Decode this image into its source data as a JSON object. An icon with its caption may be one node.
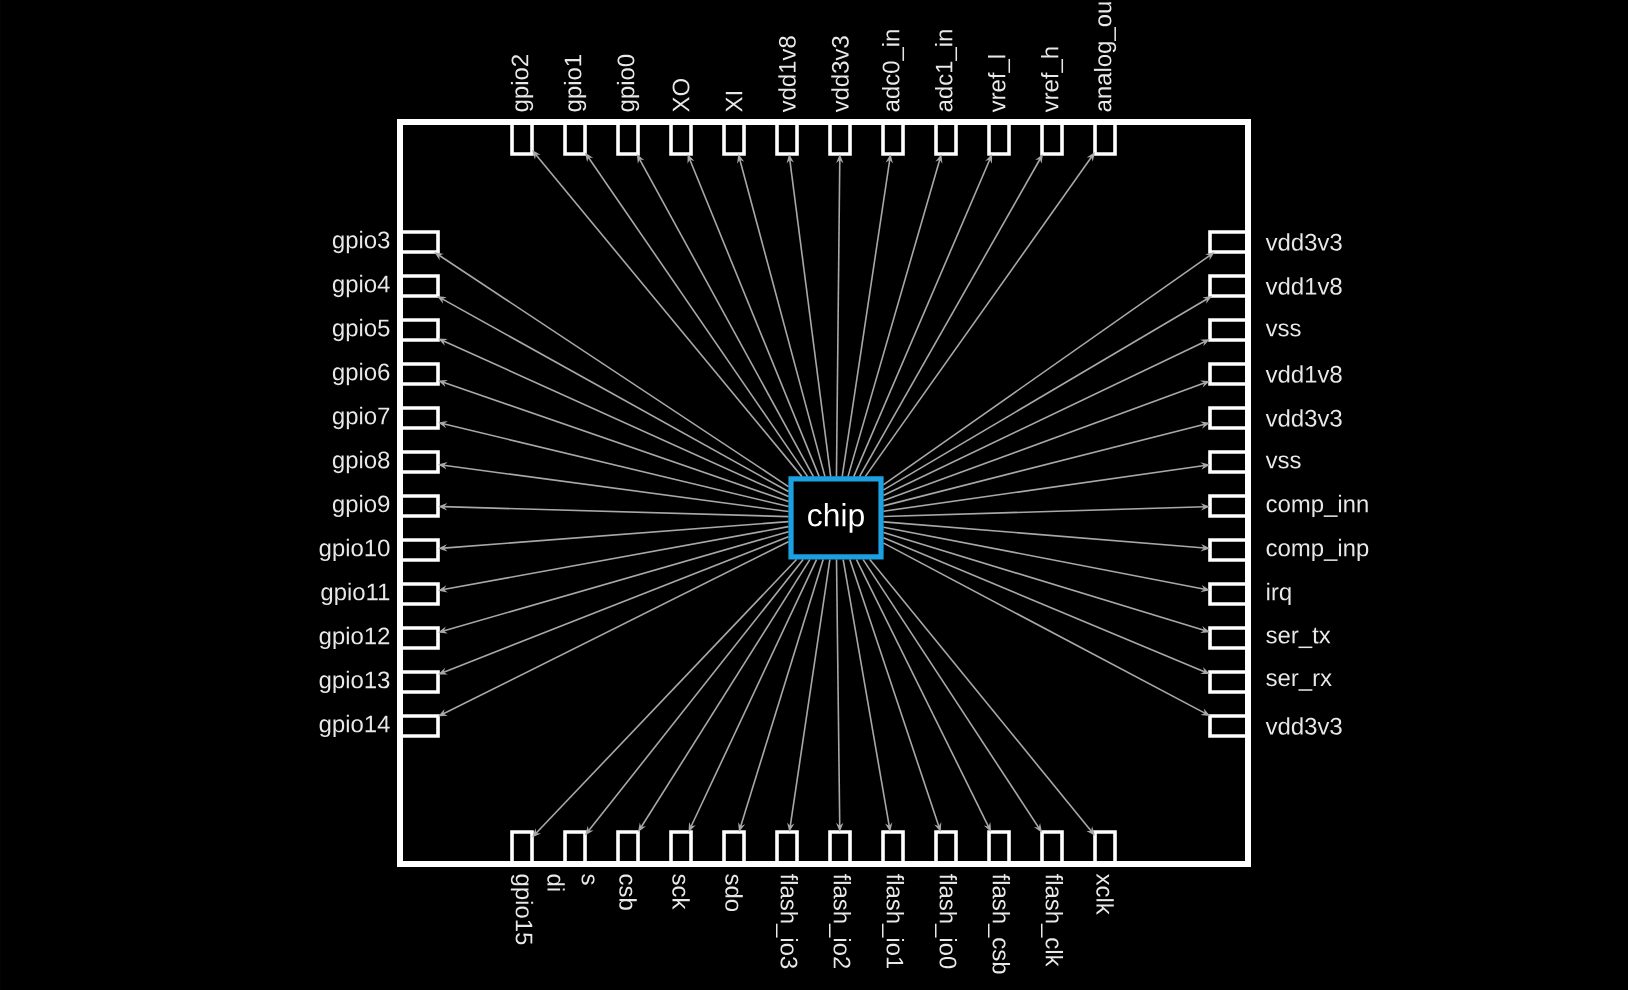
{
  "diagram": {
    "nodes": [
      {
        "text": [
          "gpio2"
        ]
      },
      {
        "text": [
          "gpio1"
        ]
      },
      {
        "text": [
          "gpio0"
        ]
      },
      {
        "text": [
          "XO"
        ]
      },
      {
        "text": [
          "XI"
        ]
      },
      {
        "text": [
          "vdd1v8"
        ]
      },
      {
        "text": [
          "vdd3v3"
        ]
      },
      {
        "text": [
          "adc0_in"
        ]
      },
      {
        "text": [
          "adc1_in"
        ]
      },
      {
        "text": [
          "vref_l"
        ]
      },
      {
        "text": [
          "vref_h"
        ]
      },
      {
        "text": [
          "analog_ou"
        ]
      },
      {
        "text": [
          "gpio3"
        ]
      },
      {
        "text": [
          "gpio4"
        ]
      },
      {
        "text": [
          "gpio5"
        ]
      },
      {
        "text": [
          "gpio6"
        ]
      },
      {
        "text": [
          "gpio7"
        ]
      },
      {
        "text": [
          "gpio8"
        ]
      },
      {
        "text": [
          "gpio9"
        ]
      },
      {
        "text": [
          "gpio10"
        ]
      },
      {
        "text": [
          "gpio11"
        ]
      },
      {
        "text": [
          "gpio12"
        ]
      },
      {
        "text": [
          "gpio13"
        ]
      },
      {
        "text": [
          "gpio14"
        ]
      },
      {
        "text": [
          "chip"
        ]
      },
      {
        "text": [
          "vdd3v3"
        ]
      },
      {
        "text": [
          "vdd1v8"
        ]
      },
      {
        "text": [
          "vss"
        ]
      },
      {
        "text": [
          "vdd1v8"
        ]
      },
      {
        "text": [
          "vdd3v3"
        ]
      },
      {
        "text": [
          "vss"
        ]
      },
      {
        "text": [
          "comp_inn"
        ]
      },
      {
        "text": [
          "comp_inp"
        ]
      },
      {
        "text": [
          "irq"
        ]
      },
      {
        "text": [
          "ser_tx"
        ]
      },
      {
        "text": [
          "ser_rx"
        ]
      },
      {
        "text": [
          "vdd3v3"
        ]
      },
      {
        "text": [
          "gpio15"
        ]
      },
      {
        "text": [
          "di",
          "s"
        ]
      },
      {
        "text": [
          "csb"
        ]
      },
      {
        "text": [
          "sck"
        ]
      },
      {
        "text": [
          "sdo"
        ]
      },
      {
        "text": [
          "flash_io3"
        ]
      },
      {
        "text": [
          "flash_io2"
        ]
      },
      {
        "text": [
          "flash_io1"
        ]
      },
      {
        "text": [
          "flash_io0"
        ]
      },
      {
        "text": [
          "flash_csb"
        ]
      },
      {
        "text": [
          "flash_clk"
        ]
      },
      {
        "text": [
          "xclk"
        ]
      }
    ],
    "edges": [
      {
        "from": 24,
        "to": 0,
        "arrow": "to"
      },
      {
        "from": 24,
        "to": 1,
        "arrow": "to"
      },
      {
        "from": 24,
        "to": 2,
        "arrow": "to"
      },
      {
        "from": 24,
        "to": 3,
        "arrow": "to"
      },
      {
        "from": 24,
        "to": 4,
        "arrow": "to"
      },
      {
        "from": 24,
        "to": 5,
        "arrow": "to"
      },
      {
        "from": 24,
        "to": 6,
        "arrow": "to"
      },
      {
        "from": 24,
        "to": 7,
        "arrow": "to"
      },
      {
        "from": 24,
        "to": 8,
        "arrow": "to"
      },
      {
        "from": 24,
        "to": 9,
        "arrow": "to"
      },
      {
        "from": 24,
        "to": 10,
        "arrow": "to"
      },
      {
        "from": 24,
        "to": 11,
        "arrow": "to"
      },
      {
        "from": 24,
        "to": 12,
        "arrow": "to"
      },
      {
        "from": 24,
        "to": 13,
        "arrow": "to"
      },
      {
        "from": 24,
        "to": 14,
        "arrow": "to"
      },
      {
        "from": 24,
        "to": 15,
        "arrow": "to"
      },
      {
        "from": 24,
        "to": 16,
        "arrow": "to"
      },
      {
        "from": 24,
        "to": 17,
        "arrow": "to"
      },
      {
        "from": 24,
        "to": 18,
        "arrow": "to"
      },
      {
        "from": 24,
        "to": 19,
        "arrow": "to"
      },
      {
        "from": 24,
        "to": 20,
        "arrow": "to"
      },
      {
        "from": 24,
        "to": 21,
        "arrow": "to"
      },
      {
        "from": 24,
        "to": 22,
        "arrow": "to"
      },
      {
        "from": 24,
        "to": 23,
        "arrow": "to"
      },
      {
        "from": 24,
        "to": 25,
        "arrow": "to"
      },
      {
        "from": 24,
        "to": 26,
        "arrow": "to"
      },
      {
        "from": 24,
        "to": 27,
        "arrow": "to"
      },
      {
        "from": 24,
        "to": 28,
        "arrow": "to"
      },
      {
        "from": 24,
        "to": 29,
        "arrow": "to"
      },
      {
        "from": 24,
        "to": 30,
        "arrow": "to"
      },
      {
        "from": 24,
        "to": 31,
        "arrow": "to"
      },
      {
        "from": 24,
        "to": 32,
        "arrow": "to"
      },
      {
        "from": 24,
        "to": 33,
        "arrow": "to"
      },
      {
        "from": 24,
        "to": 34,
        "arrow": "to"
      },
      {
        "from": 24,
        "to": 35,
        "arrow": "to"
      },
      {
        "from": 24,
        "to": 36,
        "arrow": "to"
      },
      {
        "from": 24,
        "to": 37,
        "arrow": "to"
      },
      {
        "from": 24,
        "to": 38,
        "arrow": "to"
      },
      {
        "from": 24,
        "to": 39,
        "arrow": "to"
      },
      {
        "from": 24,
        "to": 40,
        "arrow": "to"
      },
      {
        "from": 24,
        "to": 41,
        "arrow": "to"
      },
      {
        "from": 24,
        "to": 42,
        "arrow": "to"
      },
      {
        "from": 24,
        "to": 43,
        "arrow": "to"
      },
      {
        "from": 24,
        "to": 44,
        "arrow": "to"
      },
      {
        "from": 24,
        "to": 45,
        "arrow": "to"
      },
      {
        "from": 24,
        "to": 46,
        "arrow": "to"
      },
      {
        "from": 24,
        "to": 47,
        "arrow": "to"
      },
      {
        "from": 24,
        "to": 48,
        "arrow": "to"
      }
    ]
  }
}
